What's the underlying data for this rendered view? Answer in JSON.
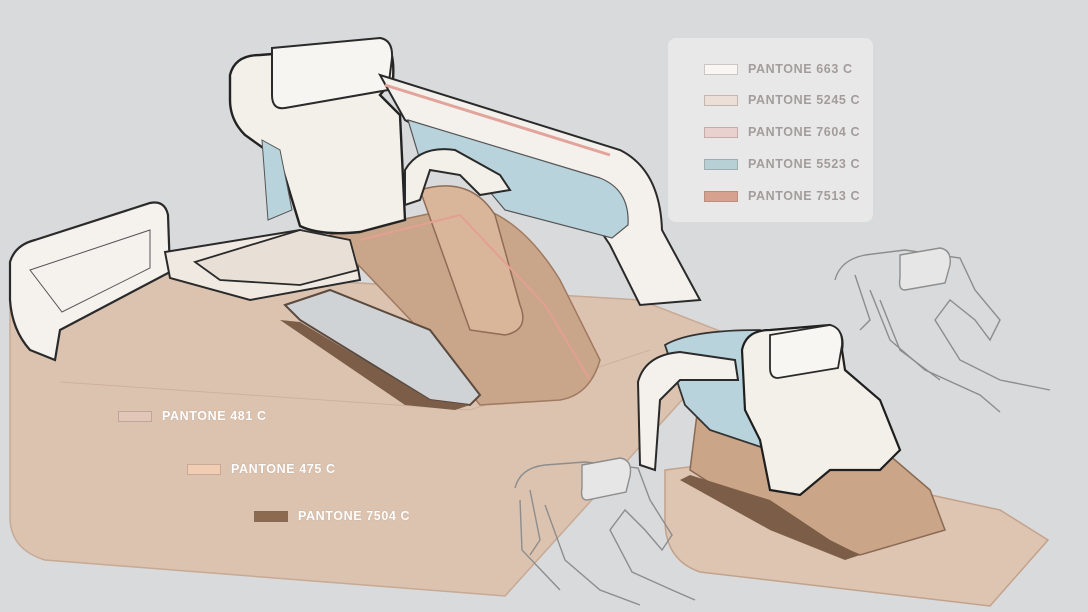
{
  "colors": {
    "background": "#d9dadb",
    "base_plate": "#dcc2ae",
    "seat_white": "#f4f1ec",
    "glass_blue": "#b9d3dc",
    "accent_rose": "#e1a39a",
    "tan": "#caa78c",
    "dark_brown": "#7a5c45"
  },
  "legend_right": [
    {
      "label": "PANTONE 663 C",
      "color": "#f8f6f3"
    },
    {
      "label": "PANTONE 5245 C",
      "color": "#ecdfd7"
    },
    {
      "label": "PANTONE 7604 C",
      "color": "#e9d1d0"
    },
    {
      "label": "PANTONE 5523 C",
      "color": "#b7d0d6"
    },
    {
      "label": "PANTONE 7513 C",
      "color": "#d7a190"
    }
  ],
  "legend_left": [
    {
      "label": "PANTONE 481 C",
      "color": "#e2c7b8"
    },
    {
      "label": "PANTONE 475 C",
      "color": "#f1cdb4"
    },
    {
      "label": "PANTONE 7504 C",
      "color": "#8c6a50"
    }
  ]
}
